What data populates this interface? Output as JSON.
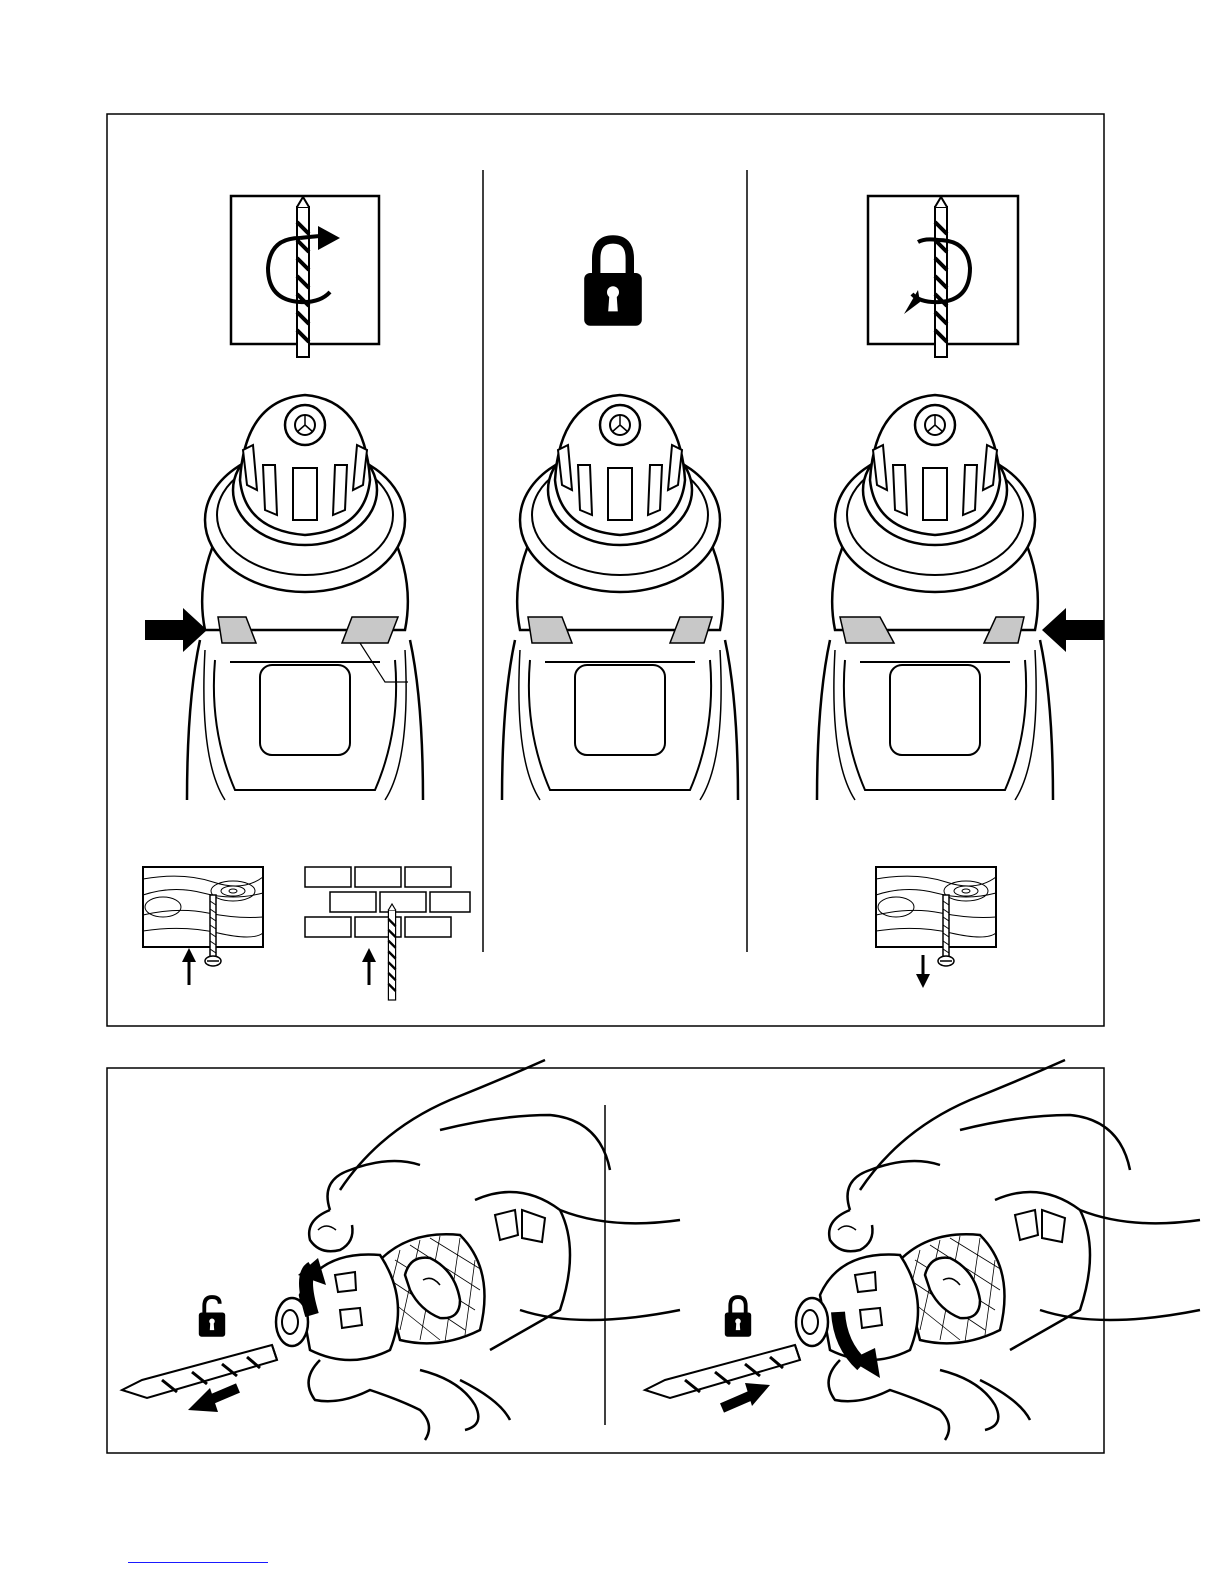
{
  "page": {
    "panels": [
      {
        "id": "rotation-direction",
        "columns": [
          {
            "id": "forward",
            "symbol": "clockwise-rotation-icon",
            "arrow": "push-from-left",
            "applications": [
              "screwing-into-wood",
              "drilling-into-masonry"
            ]
          },
          {
            "id": "locked",
            "symbol": "padlock-locked-icon",
            "arrow": "none",
            "applications": []
          },
          {
            "id": "reverse",
            "symbol": "counterclockwise-rotation-icon",
            "arrow": "push-from-right",
            "applications": [
              "unscrewing-from-wood"
            ]
          }
        ]
      },
      {
        "id": "bit-change",
        "columns": [
          {
            "id": "release-bit",
            "symbol": "padlock-open-icon",
            "bit_motion": "out"
          },
          {
            "id": "insert-bit",
            "symbol": "padlock-locked-icon",
            "bit_motion": "in"
          }
        ]
      }
    ],
    "colors": {
      "line": "#000000",
      "switch_fill": "#c8c8c8",
      "footer_link": "#1a1aff"
    }
  }
}
